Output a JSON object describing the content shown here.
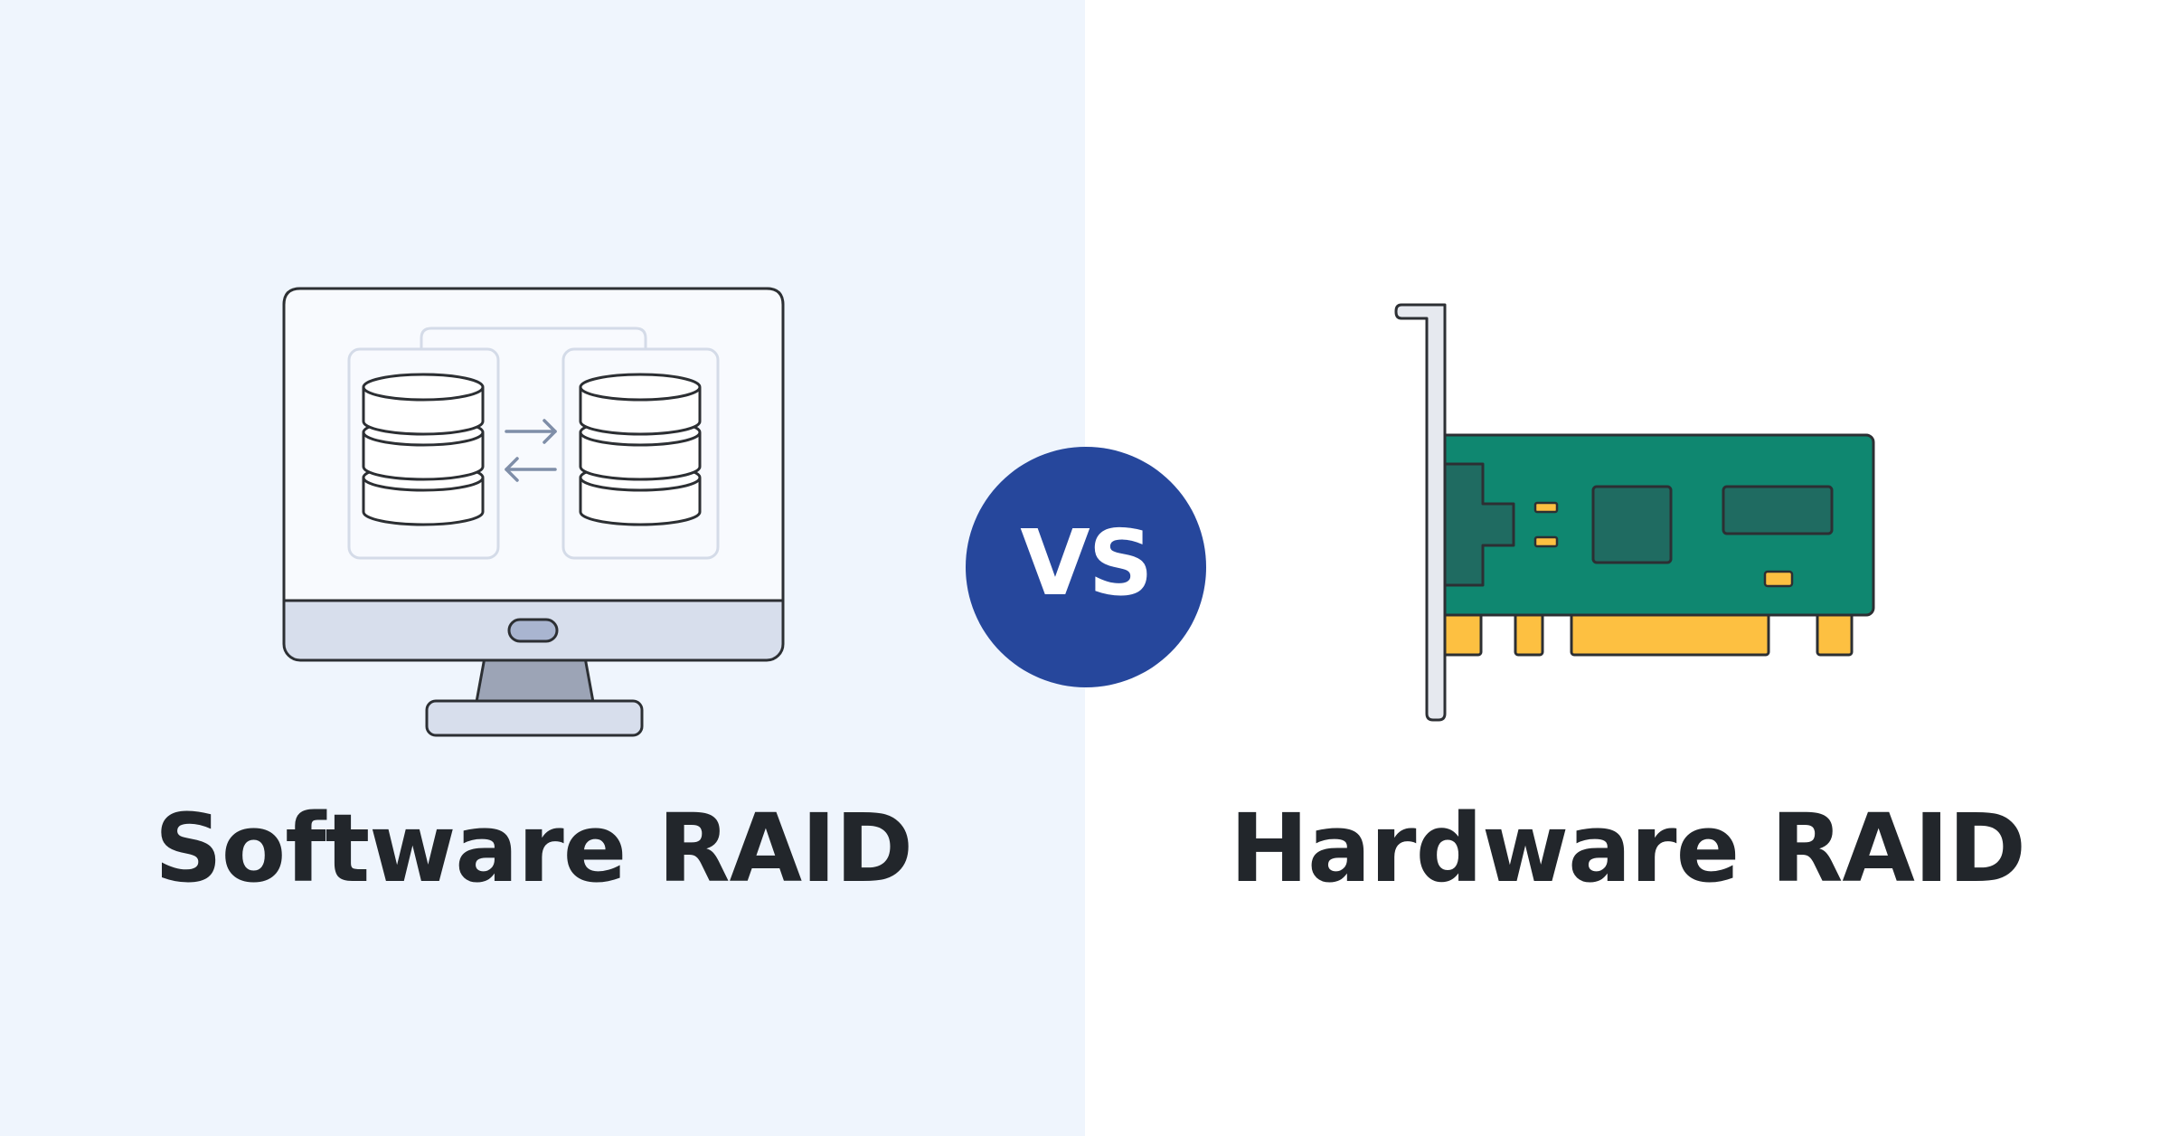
{
  "left": {
    "title": "Software RAID",
    "background": "#eff5fd",
    "illustration_icon": "monitor-with-mirrored-disks-icon"
  },
  "right": {
    "title": "Hardware RAID",
    "background": "#ffffff",
    "illustration_icon": "raid-controller-card-icon"
  },
  "vs": {
    "label": "VS",
    "color": "#26479c"
  },
  "colors": {
    "text": "#22262b",
    "outline": "#2c2f33",
    "screen": "#f8fafe",
    "bezel": "#d7deec",
    "stand": "#9ca4b6",
    "disk_frame": "#d4dbe8",
    "arrow": "#7f8ea8",
    "board": "#0f8770",
    "chip": "#1f6b61",
    "gold": "#fdc041",
    "bracket": "#e6e9ef"
  }
}
